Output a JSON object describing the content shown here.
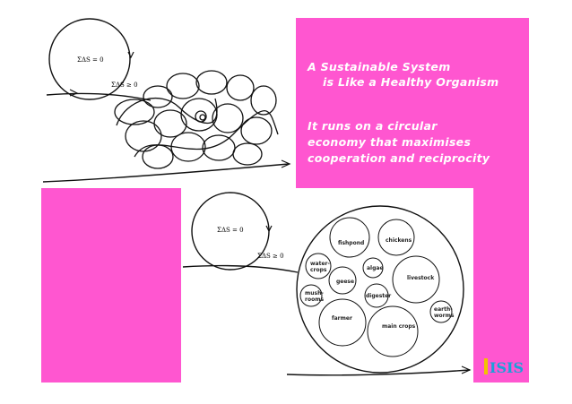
{
  "slide": {
    "title_line1": "A Sustainable System",
    "title_line2": "is Like a Healthy Organism",
    "body_line1": "It runs on a circular",
    "body_line2": "economy  that maximises",
    "body_line3": "cooperation and reciprocity"
  },
  "top_diagram": {
    "eq_closed": "ΣΔS = 0",
    "eq_open": "ΣΔS ≥ 0"
  },
  "bottom_diagram": {
    "eq_closed": "ΣΔS = 0",
    "eq_open": "ΣΔS ≥ 0",
    "labels": {
      "fishpond": "fishpond",
      "chickens": "chickens",
      "water1": "water-",
      "water2": "crops",
      "algae": "algae",
      "geese": "geese",
      "livestock": "livestock",
      "mush1": "mush-",
      "mush2": "rooms",
      "digester": "digester",
      "earth1": "earth-",
      "earth2": "worms",
      "farmer": "farmer",
      "main_crops": "main crops"
    }
  },
  "logo": {
    "text": "ISIS",
    "colors": [
      "#1aa0d8",
      "#f2c200"
    ]
  },
  "colors": {
    "accent": "#ff56d0",
    "text": "#ffffff"
  }
}
